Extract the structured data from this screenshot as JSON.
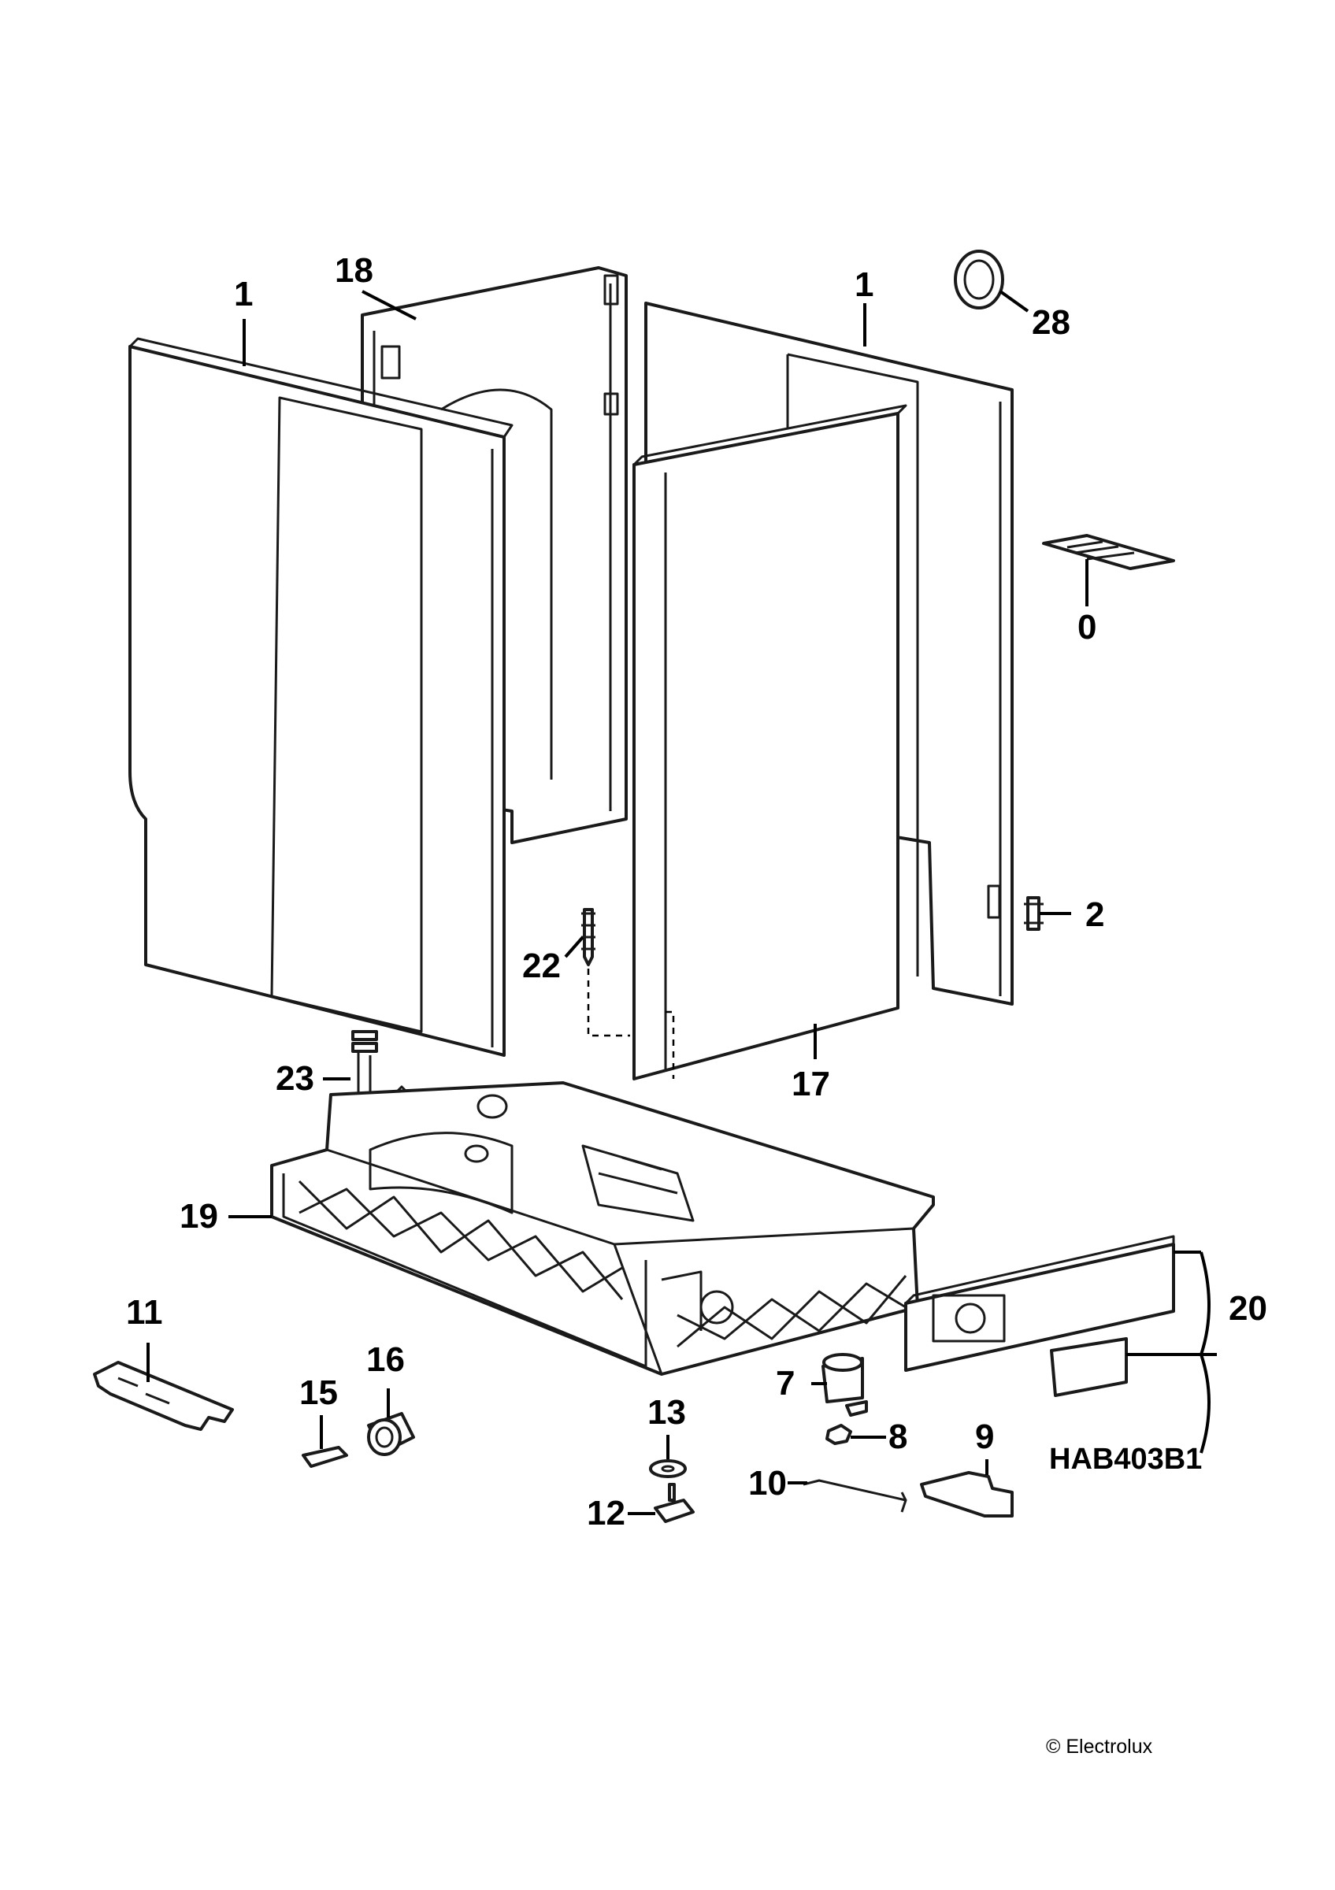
{
  "drawing_code": "HAB403B1",
  "copyright": "© Electrolux",
  "callouts": [
    {
      "id": "c1-left",
      "label": "1"
    },
    {
      "id": "c18",
      "label": "18"
    },
    {
      "id": "c1-right",
      "label": "1"
    },
    {
      "id": "c28",
      "label": "28"
    },
    {
      "id": "c0",
      "label": "0"
    },
    {
      "id": "c2",
      "label": "2"
    },
    {
      "id": "c22",
      "label": "22"
    },
    {
      "id": "c17",
      "label": "17"
    },
    {
      "id": "c23",
      "label": "23"
    },
    {
      "id": "c19",
      "label": "19"
    },
    {
      "id": "c20",
      "label": "20"
    },
    {
      "id": "c11",
      "label": "11"
    },
    {
      "id": "c16",
      "label": "16"
    },
    {
      "id": "c15",
      "label": "15"
    },
    {
      "id": "c13",
      "label": "13"
    },
    {
      "id": "c7",
      "label": "7"
    },
    {
      "id": "c8",
      "label": "8"
    },
    {
      "id": "c9",
      "label": "9"
    },
    {
      "id": "c10",
      "label": "10"
    },
    {
      "id": "c12",
      "label": "12"
    }
  ]
}
